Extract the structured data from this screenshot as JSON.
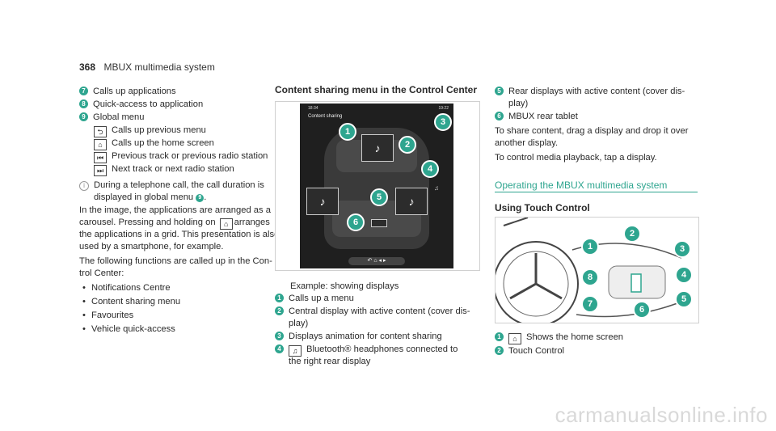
{
  "header": {
    "page_number": "368",
    "title": "MBUX multimedia system"
  },
  "col1": {
    "items": [
      {
        "n": "7",
        "text": "Calls up applications"
      },
      {
        "n": "8",
        "text": "Quick-access to application"
      },
      {
        "n": "9",
        "text": "Global menu"
      }
    ],
    "subitems": [
      {
        "icon": "back-arrow-icon",
        "glyph": "⮌",
        "text": "Calls up previous menu"
      },
      {
        "icon": "home-icon",
        "glyph": "⌂",
        "text": "Calls up the home screen"
      },
      {
        "icon": "previous-track-icon",
        "glyph": "⏮",
        "text": "Previous track or previous radio station"
      },
      {
        "icon": "next-track-icon",
        "glyph": "⏭",
        "text": "Next track or next radio station"
      }
    ],
    "note_line1": "During a telephone call, the call duration is",
    "note_line2a": "displayed in global menu",
    "note_ref": "9",
    "note_line2b": ".",
    "para1": [
      "In the image, the applications are arranged as a",
      "carousel. Pressing and holding on",
      "arranges",
      "the applications in a grid. This presentation is also",
      "used by a smartphone, for example."
    ],
    "para2": [
      "The following functions are called up in the Con-",
      "trol Center:"
    ],
    "bullets": [
      "Notifications Centre",
      "Content sharing menu",
      "Favourites",
      "Vehicle quick-access"
    ]
  },
  "col2": {
    "heading": "Content sharing menu in the Control Center",
    "screen_time": "18:34",
    "screen_title": "Content sharing",
    "screen_clock": "19:22",
    "caption": "Example: showing displays",
    "items": [
      {
        "n": "1",
        "lines": [
          "Calls up a menu"
        ]
      },
      {
        "n": "2",
        "lines": [
          "Central display with active content (cover dis-",
          "play)"
        ]
      },
      {
        "n": "3",
        "lines": [
          "Displays animation for content sharing"
        ]
      },
      {
        "n": "4",
        "lines": [
          "Bluetooth® headphones connected to",
          "the right rear display"
        ]
      }
    ]
  },
  "col3": {
    "items": [
      {
        "n": "5",
        "lines": [
          "Rear displays with active content (cover dis-",
          "play)"
        ]
      },
      {
        "n": "6",
        "lines": [
          "MBUX rear tablet"
        ]
      }
    ],
    "para1": [
      "To share content, drag a display and drop it over",
      "another display."
    ],
    "para2": "To control media playback, tap a display.",
    "link": "Operating the MBUX multimedia system",
    "subheading": "Using Touch Control",
    "items2": [
      {
        "n": "1",
        "text": "Shows the home screen"
      },
      {
        "n": "2",
        "text": "Touch Control"
      }
    ]
  },
  "watermark": "carmanualsonline.info",
  "colors": {
    "accent": "#2ea58f",
    "text": "#2a2a2a"
  }
}
